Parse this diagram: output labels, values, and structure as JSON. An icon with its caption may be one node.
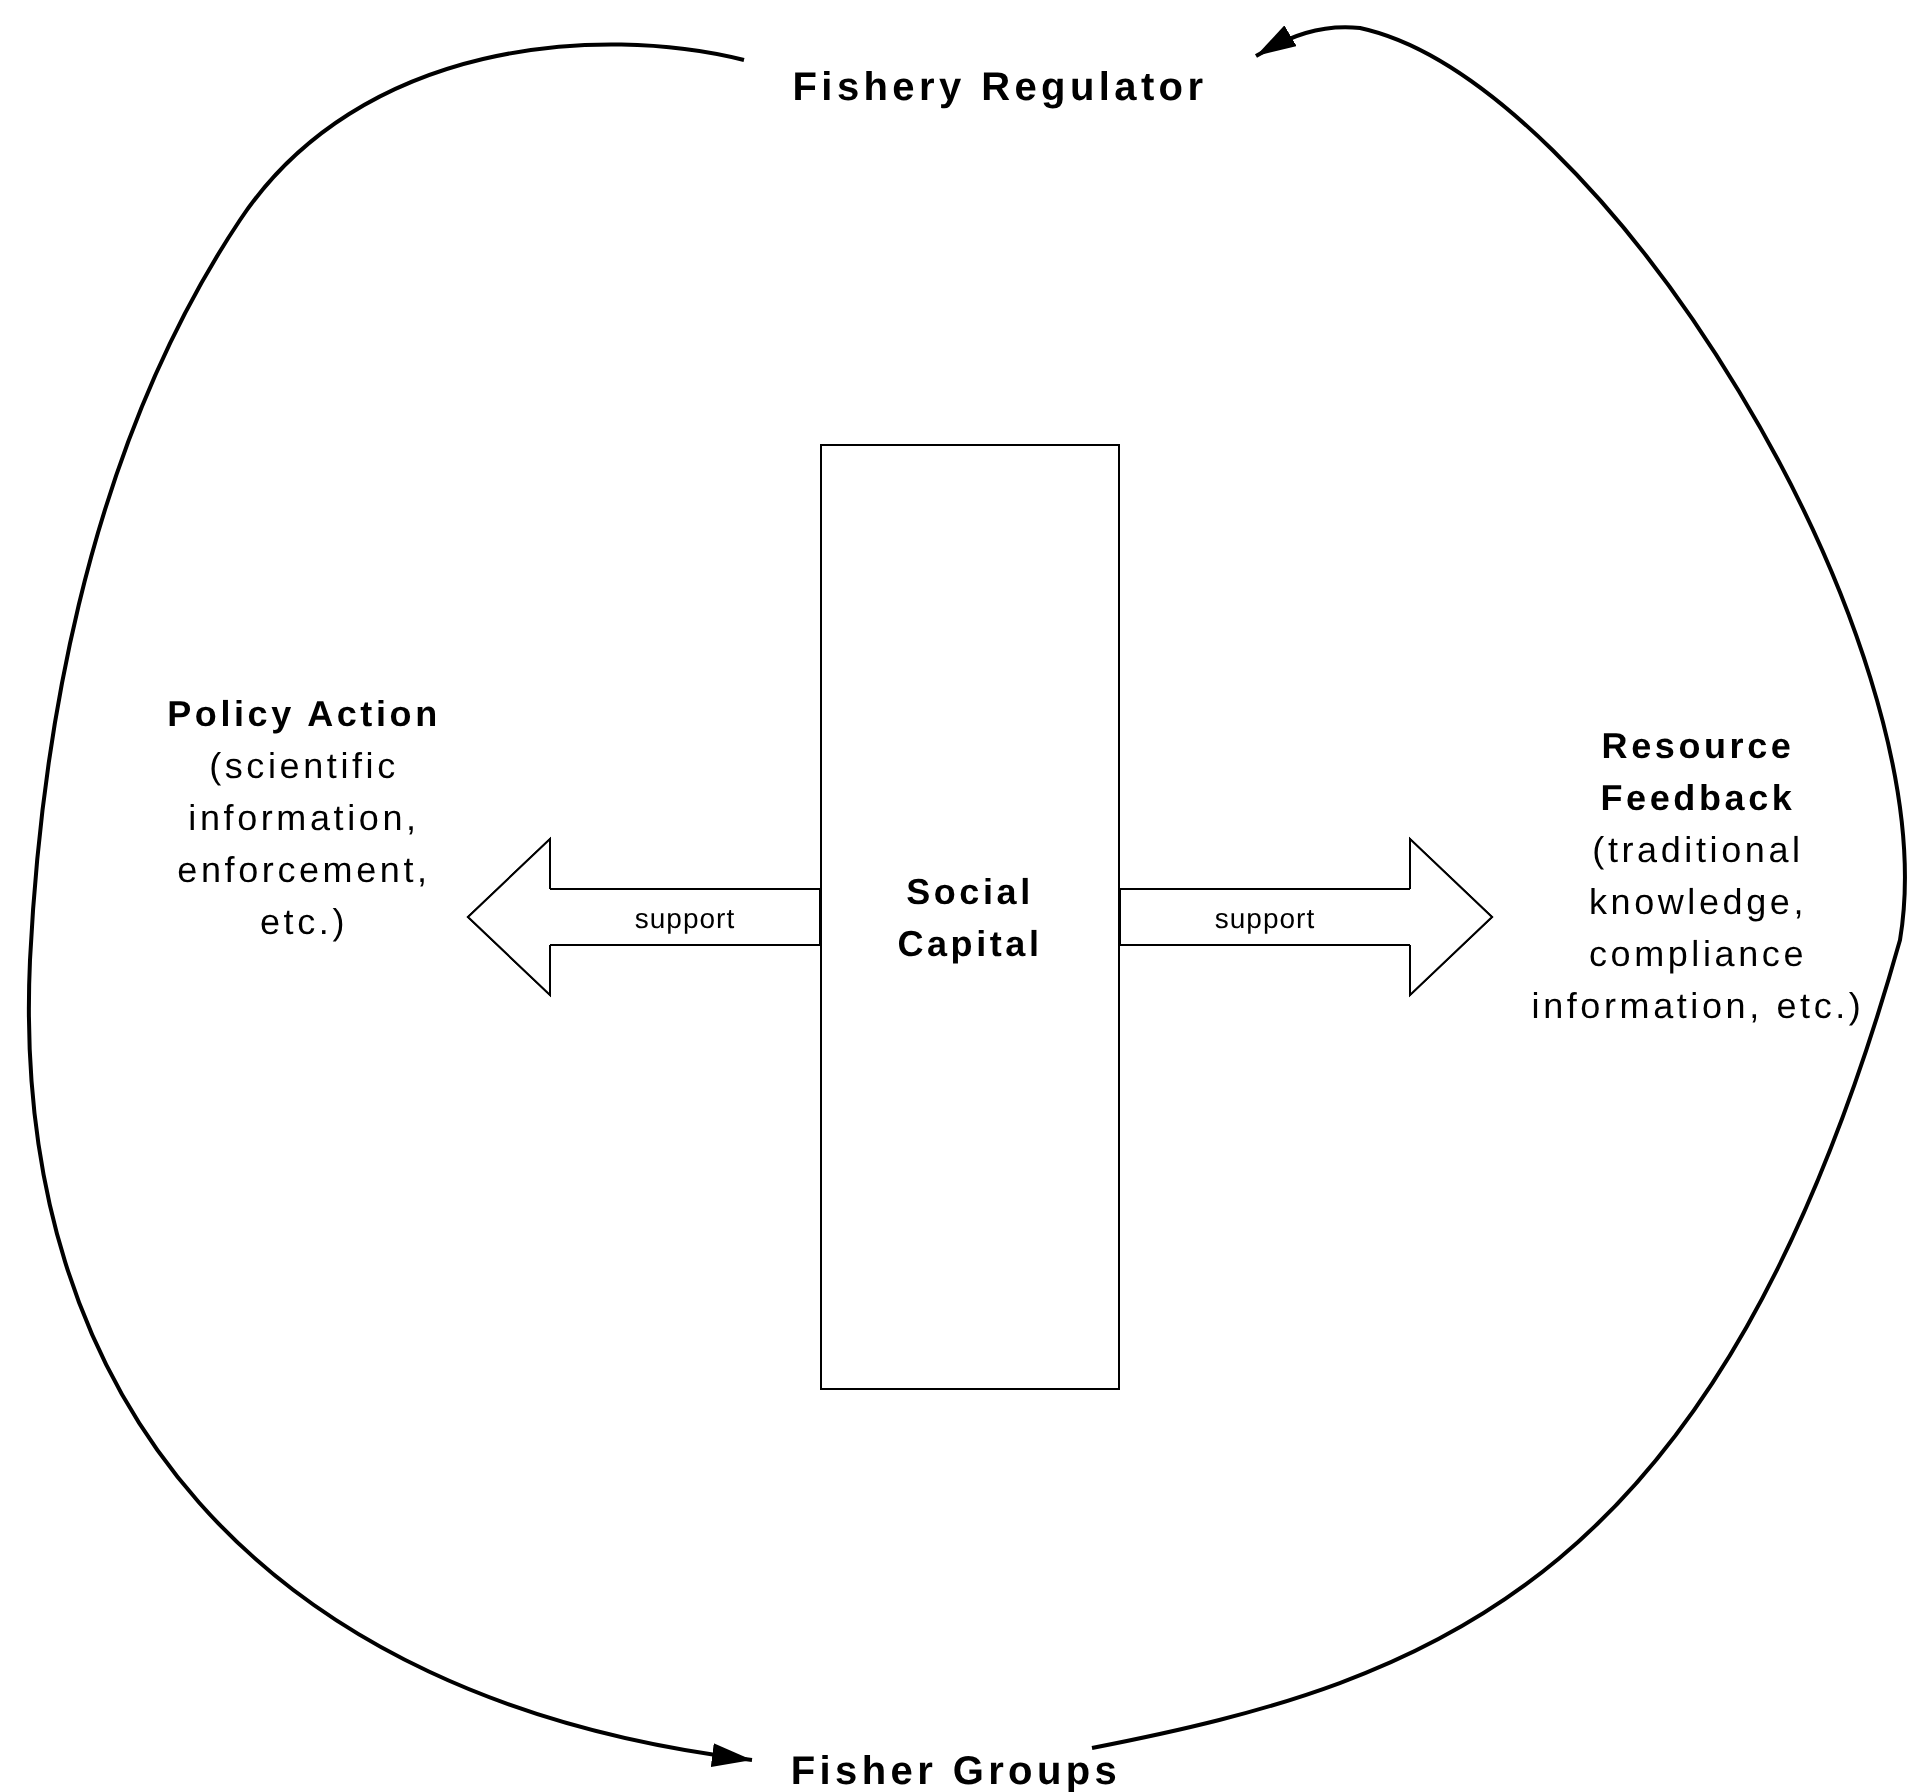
{
  "diagram": {
    "nodes": [
      {
        "text": [
          "Fishery Regulator"
        ]
      },
      {
        "text": [
          "Policy Action",
          "(scientific information, enforcement, etc.)"
        ]
      },
      {
        "text": [
          "Social Capital"
        ]
      },
      {
        "text": [
          "Resource Feedback",
          "(traditional knowledge, compliance information, etc.)"
        ]
      },
      {
        "text": [
          "Fisher Groups"
        ]
      }
    ],
    "edges": [
      {
        "from": 0,
        "to": 4,
        "arrow": "to"
      },
      {
        "from": 4,
        "to": 0,
        "arrow": "to"
      },
      {
        "from": 2,
        "to": 1,
        "arrow": "to",
        "label": "support"
      },
      {
        "from": 2,
        "to": 3,
        "arrow": "to",
        "label": "support"
      }
    ]
  }
}
